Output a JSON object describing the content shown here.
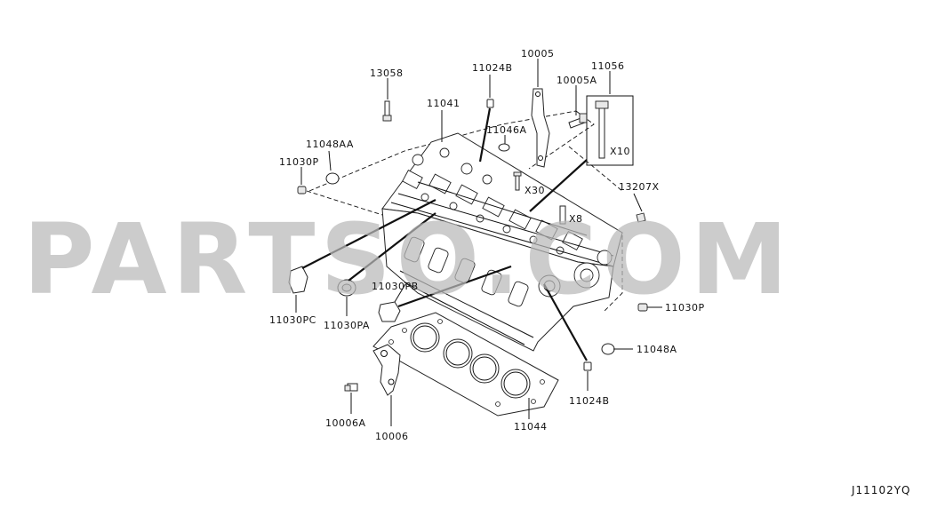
{
  "watermark": "PARTSO.COM",
  "diagram_ref": "J11102YQ",
  "labels": {
    "l13058": "13058",
    "l11024B_top": "11024B",
    "l10005": "10005",
    "l11056": "11056",
    "l10005A": "10005A",
    "l11041": "11041",
    "l11046A": "11046A",
    "l11048AA": "11048AA",
    "l11030P_left": "11030P",
    "x10": "X10",
    "x30": "X30",
    "x8": "X8",
    "l13207X": "13207X",
    "l11030PB": "11030PB",
    "l11030PC": "11030PC",
    "l11030PA": "11030PA",
    "l11030P_right": "11030P",
    "l11048A": "11048A",
    "l11024B_bottom": "11024B",
    "l10006A": "10006A",
    "l10006": "10006",
    "l11044": "11044"
  }
}
